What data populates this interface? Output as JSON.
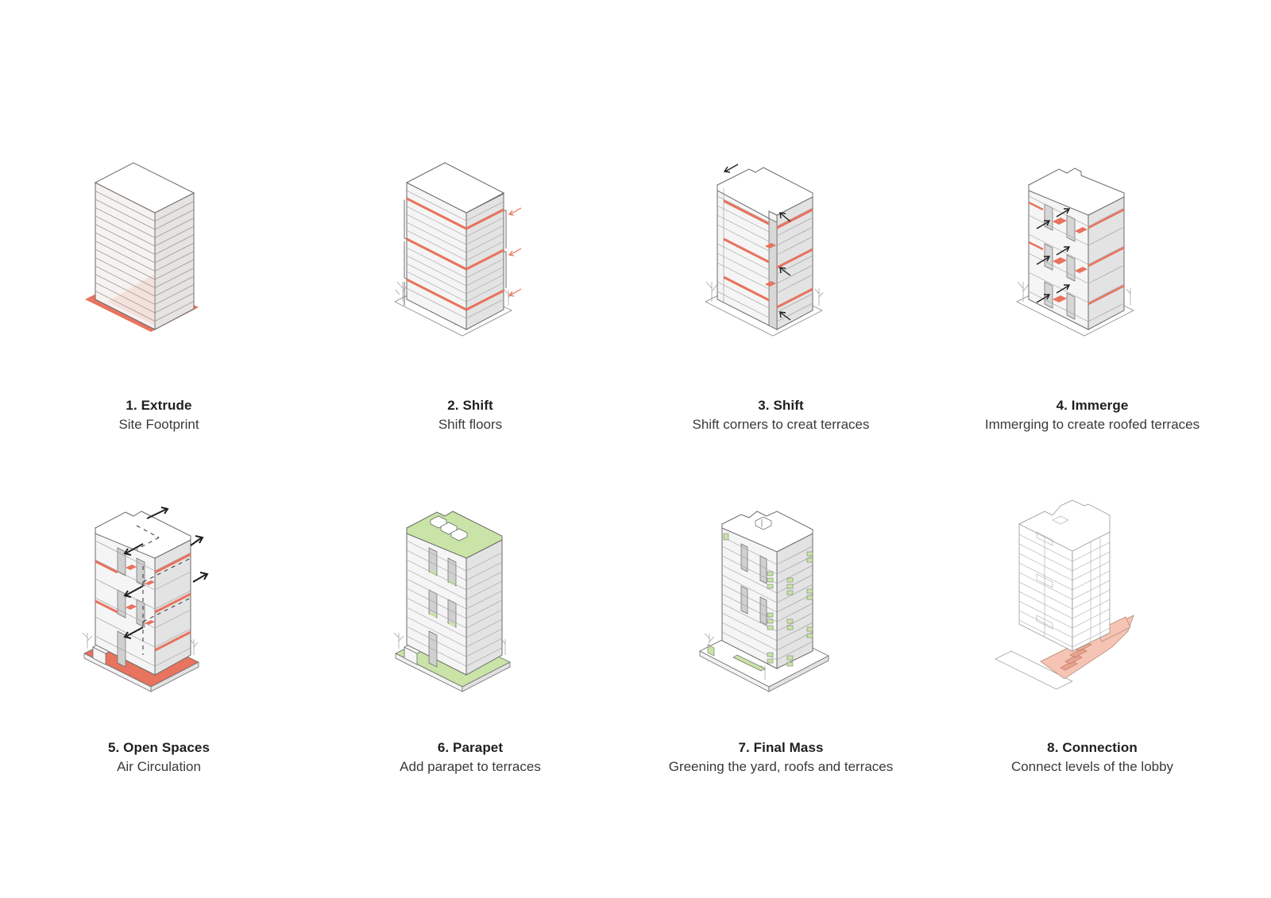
{
  "colors": {
    "accent_red": "#E8735E",
    "light_red": "#F6C4B4",
    "green": "#C9E4A6",
    "line": "#6b6b6b",
    "face_left": "#f4f4f4",
    "face_right": "#e4e4e4",
    "face_top": "#ffffff",
    "arrow_dark": "#1e1e1e",
    "background": "#ffffff"
  },
  "steps": [
    {
      "number": 1,
      "title": "1. Extrude",
      "subtitle": "Site Footprint",
      "icon": "isometric-building-extrude"
    },
    {
      "number": 2,
      "title": "2. Shift",
      "subtitle": "Shift floors",
      "icon": "isometric-building-shift-floors"
    },
    {
      "number": 3,
      "title": "3. Shift",
      "subtitle": "Shift corners to creat terraces",
      "icon": "isometric-building-shift-corners"
    },
    {
      "number": 4,
      "title": "4. Immerge",
      "subtitle": "Immerging to create roofed terraces",
      "icon": "isometric-building-immerge"
    },
    {
      "number": 5,
      "title": "5. Open Spaces",
      "subtitle": "Air Circulation",
      "icon": "isometric-building-open-spaces"
    },
    {
      "number": 6,
      "title": "6. Parapet",
      "subtitle": "Add parapet to terraces",
      "icon": "isometric-building-parapet"
    },
    {
      "number": 7,
      "title": "7. Final Mass",
      "subtitle": "Greening the yard, roofs and terraces",
      "icon": "isometric-building-final-mass"
    },
    {
      "number": 8,
      "title": "8. Connection",
      "subtitle": "Connect levels of the lobby",
      "icon": "isometric-building-connection"
    }
  ]
}
